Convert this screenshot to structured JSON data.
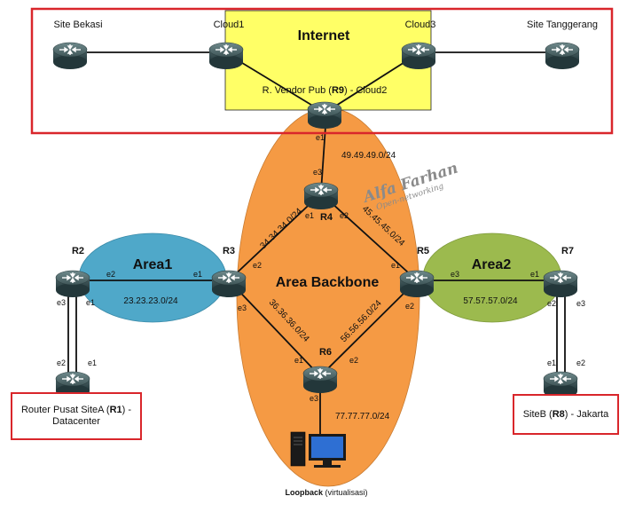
{
  "internet": {
    "title": "Internet"
  },
  "sites": {
    "bekasi": "Site Bekasi",
    "tanggerang": "Site Tanggerang"
  },
  "clouds": {
    "cloud1": "Cloud1",
    "cloud3": "Cloud3"
  },
  "vendor": {
    "prefix": "R. Vendor Pub (",
    "id": "R9",
    "suffix": ") - Cloud2"
  },
  "areas": {
    "area1": "Area1",
    "backbone": "Area Backbone",
    "area2": "Area2"
  },
  "routers": {
    "r2": "R2",
    "r3": "R3",
    "r4": "R4",
    "r5": "R5",
    "r6": "R6",
    "r7": "R7"
  },
  "networks": {
    "n49": "49.49.49.0/24",
    "n23": "23.23.23.0/24",
    "n34": "34.34.34.0/24",
    "n45": "45.45.45.0/24",
    "n57": "57.57.57.0/24",
    "n36": "36.36.36.0/24",
    "n56": "56.56.56.0/24",
    "n77": "77.77.77.0/24"
  },
  "interfaces": {
    "r9_e1": "e1",
    "r4_e3": "e3",
    "r4_e1": "e1",
    "r4_e2": "e2",
    "r2_e2": "e2",
    "r2_e3": "e3",
    "r2_e1": "e1",
    "r1_e2": "e2",
    "r1_e1": "e1",
    "r3_e1": "e1",
    "r3_e2": "e2",
    "r3_e3": "e3",
    "r5_e1": "e1",
    "r5_e3": "e3",
    "r5_e2": "e2",
    "r6_e1": "e1",
    "r6_e2": "e2",
    "r6_e3": "e3",
    "r7_e1": "e1",
    "r7_e2": "e2",
    "r7_e3": "e3",
    "r8_e1": "e1",
    "r8_e2": "e2"
  },
  "watermark": {
    "name": "Alfa Farhan",
    "sub": "Open-networking"
  },
  "site_a": {
    "prefix": "Router Pusat SiteA (",
    "id": "R1",
    "suffix": ") -",
    "line2": "Datacenter"
  },
  "site_b": {
    "prefix": "SiteB (",
    "id": "R8",
    "suffix": ") - Jakarta"
  },
  "loopback": {
    "bold": "Loopback",
    "rest": " (virtualisasi)"
  },
  "colors": {
    "internet_yellow": "#ffff66",
    "backbone_orange": "#f59a44",
    "area1_blue": "#4fa8c9",
    "area2_green": "#9cba4e",
    "highlight_red": "#d9262b"
  }
}
